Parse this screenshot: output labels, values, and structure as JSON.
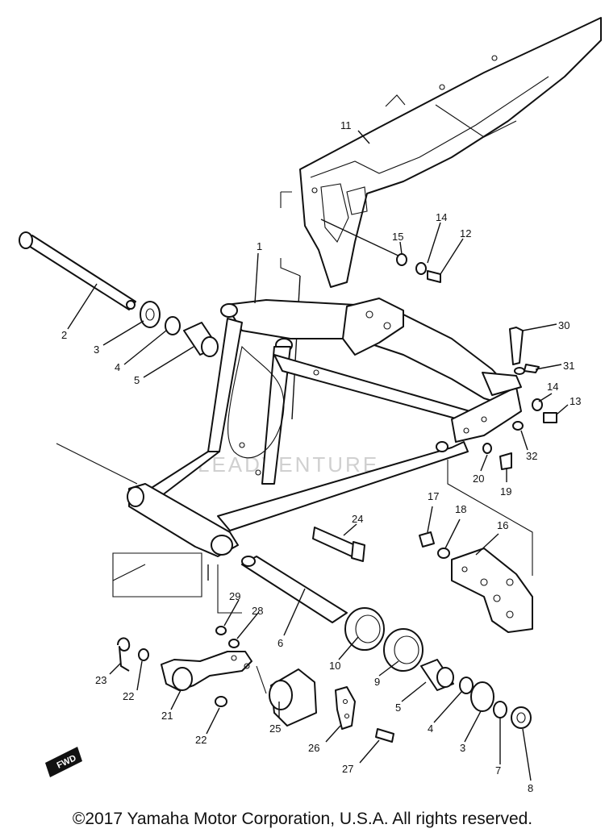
{
  "copyright": "©2017 Yamaha Motor Corporation, U.S.A. All rights reserved.",
  "fwd_badge": "FWD",
  "watermark": "LEADVENTURE",
  "labels": {
    "l1": "1",
    "l2": "2",
    "l3a": "3",
    "l3b": "3",
    "l4a": "4",
    "l4b": "4",
    "l5a": "5",
    "l5b": "5",
    "l6": "6",
    "l7": "7",
    "l8": "8",
    "l9": "9",
    "l10": "10",
    "l11": "11",
    "l12": "12",
    "l13": "13",
    "l14a": "14",
    "l14b": "14",
    "l15": "15",
    "l16": "16",
    "l17": "17",
    "l18": "18",
    "l19": "19",
    "l20": "20",
    "l21": "21",
    "l22a": "22",
    "l22b": "22",
    "l23": "23",
    "l24": "24",
    "l25": "25",
    "l26": "26",
    "l27": "27",
    "l28": "28",
    "l29": "29",
    "l30": "30",
    "l31": "31",
    "l32": "32"
  }
}
